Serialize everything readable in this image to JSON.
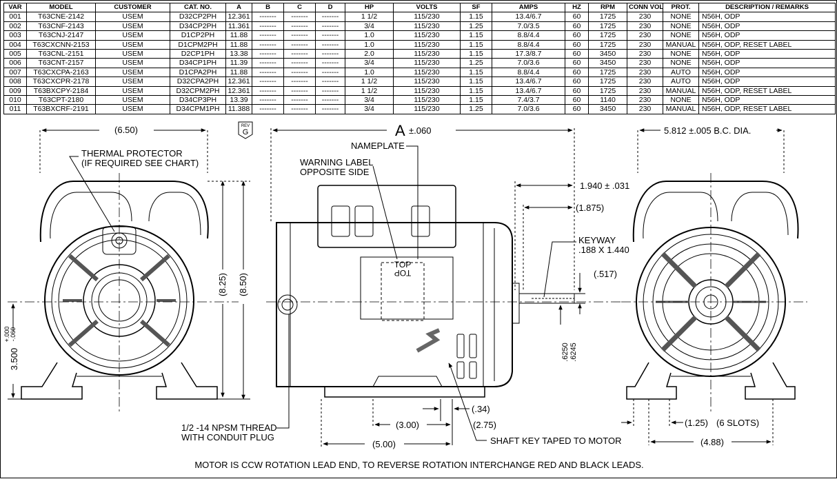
{
  "table": {
    "headers": [
      "VAR",
      "MODEL",
      "CUSTOMER",
      "CAT. NO.",
      "A",
      "B",
      "C",
      "D",
      "HP",
      "VOLTS",
      "SF",
      "AMPS",
      "HZ",
      "RPM",
      "CONN VOLTS",
      "PROT.",
      "DESCRIPTION / REMARKS"
    ],
    "rows": [
      [
        "001",
        "T63CNE-2142",
        "USEM",
        "D32CP2PH",
        "12.361",
        "-------",
        "-------",
        "-------",
        "1 1/2",
        "115/230",
        "1.15",
        "13.4/6.7",
        "60",
        "1725",
        "230",
        "NONE",
        "N56H, ODP"
      ],
      [
        "002",
        "T63CNF-2143",
        "USEM",
        "D34CP2PH",
        "11.361",
        "-------",
        "-------",
        "-------",
        "3/4",
        "115/230",
        "1.25",
        "7.0/3.5",
        "60",
        "1725",
        "230",
        "NONE",
        "N56H, ODP"
      ],
      [
        "003",
        "T63CNJ-2147",
        "USEM",
        "D1CP2PH",
        "11.88",
        "-------",
        "-------",
        "-------",
        "1.0",
        "115/230",
        "1.15",
        "8.8/4.4",
        "60",
        "1725",
        "230",
        "NONE",
        "N56H, ODP"
      ],
      [
        "004",
        "T63CXCNN-2153",
        "USEM",
        "D1CPM2PH",
        "11.88",
        "-------",
        "-------",
        "-------",
        "1.0",
        "115/230",
        "1.15",
        "8.8/4.4",
        "60",
        "1725",
        "230",
        "MANUAL",
        "N56H, ODP, RESET LABEL"
      ],
      [
        "005",
        "T63CNL-2151",
        "USEM",
        "D2CP1PH",
        "13.38",
        "-------",
        "-------",
        "-------",
        "2.0",
        "115/230",
        "1.15",
        "17.3/8.7",
        "60",
        "3450",
        "230",
        "NONE",
        "N56H, ODP"
      ],
      [
        "006",
        "T63CNT-2157",
        "USEM",
        "D34CP1PH",
        "11.39",
        "-------",
        "-------",
        "-------",
        "3/4",
        "115/230",
        "1.25",
        "7.0/3.6",
        "60",
        "3450",
        "230",
        "NONE",
        "N56H, ODP"
      ],
      [
        "007",
        "T63CXCPA-2163",
        "USEM",
        "D1CPA2PH",
        "11.88",
        "-------",
        "-------",
        "-------",
        "1.0",
        "115/230",
        "1.15",
        "8.8/4.4",
        "60",
        "1725",
        "230",
        "AUTO",
        "N56H, ODP"
      ],
      [
        "008",
        "T63CXCPR-2178",
        "USEM",
        "D32CPA2PH",
        "12.361",
        "-------",
        "-------",
        "-------",
        "1 1/2",
        "115/230",
        "1.15",
        "13.4/6.7",
        "60",
        "1725",
        "230",
        "AUTO",
        "N56H, ODP"
      ],
      [
        "009",
        "T63BXCPY-2184",
        "USEM",
        "D32CPM2PH",
        "12.361",
        "-------",
        "-------",
        "-------",
        "1 1/2",
        "115/230",
        "1.15",
        "13.4/6.7",
        "60",
        "1725",
        "230",
        "MANUAL",
        "N56H, ODP, RESET LABEL"
      ],
      [
        "010",
        "T63CPT-2180",
        "USEM",
        "D34CP3PH",
        "13.39",
        "-------",
        "-------",
        "-------",
        "3/4",
        "115/230",
        "1.15",
        "7.4/3.7",
        "60",
        "1140",
        "230",
        "NONE",
        "N56H, ODP"
      ],
      [
        "011",
        "T63BXCRF-2191",
        "USEM",
        "D34CPM1PH",
        "11.388",
        "-------",
        "-------",
        "-------",
        "3/4",
        "115/230",
        "1.25",
        "7.0/3.6",
        "60",
        "3450",
        "230",
        "MANUAL",
        "N56H, ODP, RESET LABEL"
      ]
    ]
  },
  "rev": {
    "word": "REV",
    "letter": "G"
  },
  "left_view": {
    "width_dim": "(6.50)",
    "thermal_line1": "THERMAL PROTECTOR",
    "thermal_line2": "(IF REQUIRED SEE CHART)",
    "dim_825": "(8.25)",
    "dim_850": "(8.50)",
    "dim_3500": "3.500",
    "tol_plus": "+.000",
    "tol_minus": "-.060"
  },
  "side_view": {
    "dim_a": "A",
    "dim_a_tol": "±.060",
    "nameplate": "NAMEPLATE",
    "warning_line1": "WARNING LABEL",
    "warning_line2": "OPPOSITE SIDE",
    "top_label": "TOP",
    "dim_1940": "1.940 ± .031",
    "dim_1875": "(1.875)",
    "keyway_line1": "KEYWAY",
    "keyway_line2": ".188 X 1.440",
    "dim_517": "(.517)",
    "dim_6250": ".6250",
    "dim_6245": ".6245",
    "dim_34": "(.34)",
    "dim_300": "(3.00)",
    "dim_275": "(2.75)",
    "dim_500": "(5.00)",
    "npsm_line1": "1/2 -14 NPSM THREAD",
    "npsm_line2": "WITH CONDUIT PLUG",
    "shaft_key": "SHAFT KEY TAPED TO MOTOR"
  },
  "right_view": {
    "bc_dia": "5.812 ±.005  B.C. DIA.",
    "dim_125": "(1.25)",
    "slots": "(6 SLOTS)",
    "dim_488": "(4.88)"
  },
  "footer_note": "MOTOR IS CCW ROTATION LEAD END, TO REVERSE ROTATION INTERCHANGE RED AND BLACK LEADS."
}
